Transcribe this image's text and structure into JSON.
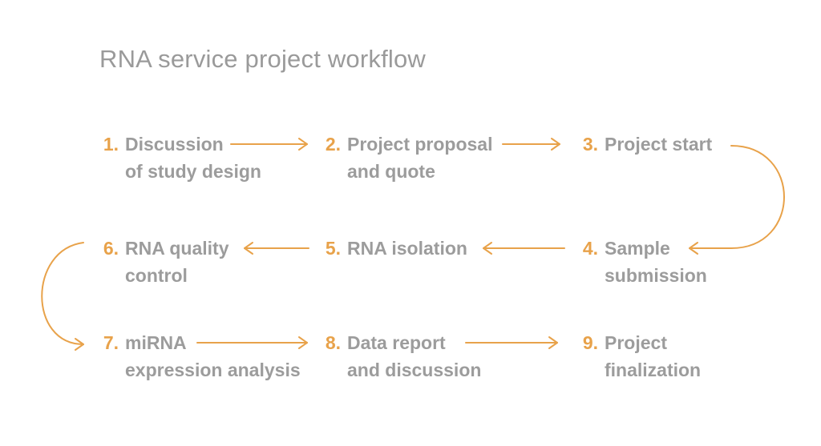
{
  "title": "RNA service project workflow",
  "colors": {
    "accent": "#e8a24a",
    "text": "#9c9c9c",
    "title": "#9a9a9a",
    "background": "#ffffff"
  },
  "steps": [
    {
      "number": "1.",
      "lines": [
        "Discussion",
        "of study design"
      ]
    },
    {
      "number": "2.",
      "lines": [
        "Project proposal",
        "and quote"
      ]
    },
    {
      "number": "3.",
      "lines": [
        "Project start"
      ]
    },
    {
      "number": "4.",
      "lines": [
        "Sample",
        "submission"
      ]
    },
    {
      "number": "5.",
      "lines": [
        "RNA isolation"
      ]
    },
    {
      "number": "6.",
      "lines": [
        "RNA quality",
        "control"
      ]
    },
    {
      "number": "7.",
      "lines": [
        "miRNA",
        "expression analysis"
      ]
    },
    {
      "number": "8.",
      "lines": [
        "Data report",
        "and discussion"
      ]
    },
    {
      "number": "9.",
      "lines": [
        "Project",
        "finalization"
      ]
    }
  ],
  "connectors": [
    {
      "from": "1.",
      "to": "2."
    },
    {
      "from": "2.",
      "to": "3."
    },
    {
      "from": "3.",
      "to": "4."
    },
    {
      "from": "4.",
      "to": "5."
    },
    {
      "from": "5.",
      "to": "6."
    },
    {
      "from": "6.",
      "to": "7."
    },
    {
      "from": "7.",
      "to": "8."
    },
    {
      "from": "8.",
      "to": "9."
    }
  ]
}
